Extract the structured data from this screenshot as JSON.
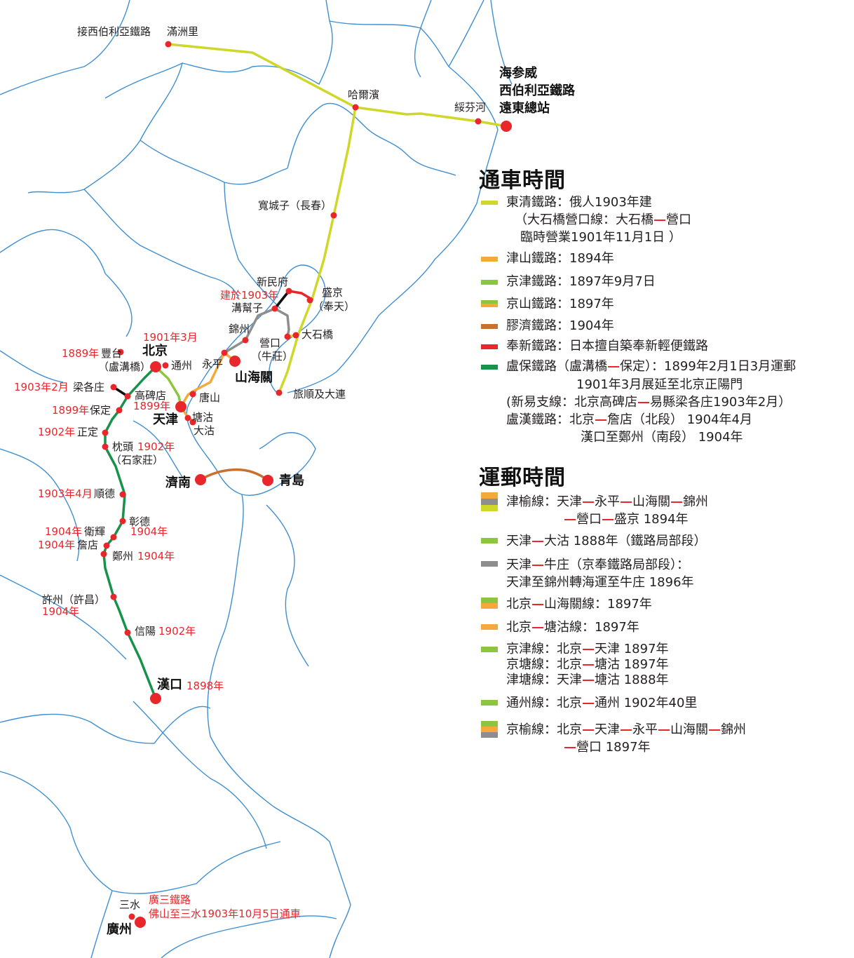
{
  "colors": {
    "coastline": "#3f8fd0",
    "station": "#e8262b",
    "east_china": "#cfd828",
    "tianjin_shanhai": "#f5a93b",
    "beijing_tianjin": "#8cc63e",
    "jiaoji": "#c8702c",
    "fengxin": "#e8262b",
    "lubao": "#17924a",
    "niuzhuang": "#8e8e8e",
    "connector": "#111111"
  },
  "places": {
    "manzhouli": "滿洲里",
    "siberia_link": "接西伯利亞鐵路",
    "harbin": "哈爾濱",
    "suifenhe": "綏芬河",
    "vladivostok": [
      "海参威",
      "西伯利亞鐵路",
      "遠東總站"
    ],
    "kuanchengzi": "寬城子（長春）",
    "xinmin": "新民府",
    "built_1903": "建於1903年",
    "goubangzi": "溝幫子",
    "shengjing": [
      "盛京",
      "（奉天）"
    ],
    "jinzhou": "錦州",
    "yingkou": [
      "營口",
      "（牛莊）"
    ],
    "dashiqiao": "大石橋",
    "lushun": "旅順及大連",
    "yongping": "永平",
    "shanhaiguan": "山海關",
    "fengtai_year": "1889年",
    "fengtai": "豐台",
    "lugouqiao": "（盧溝橋）",
    "beijing_year": "1901年3月",
    "beijing": "北京",
    "tongzhou": "通州",
    "lianggezhuang_year": "1903年2月",
    "lianggezhuang": "梁各庄",
    "gaobeidian": "高碑店",
    "baoding_year": "1899年",
    "baoding": "保定",
    "tianjin_year": "1899年",
    "tianjin": "天津",
    "tangshan": "唐山",
    "tanggu": "塘沽",
    "dagu": "大沽",
    "zhengding_year": "1902年",
    "zhengding": "正定",
    "zhentou": "枕頭",
    "zhentou_year": "1902年",
    "shijiazhuang": "（石家莊）",
    "jinan": "濟南",
    "qingdao": "青島",
    "shunde_year": "1903年4月",
    "shunde": "順德",
    "zhangde": "彰德",
    "zhangde_year": "1904年",
    "weihui_year": "1904年",
    "weihui": "衛輝",
    "zhandian_year": "1904年",
    "zhandian": "詹店",
    "zhengzhou": "鄭州",
    "zhengzhou_year": "1904年",
    "xuzhou": "許州（許昌）",
    "xuzhou_year": "1904年",
    "xinyang": "信陽",
    "xinyang_year": "1902年",
    "hankou": "漢口",
    "hankou_year": "1898年",
    "sanshui": "三水",
    "guangsan": "廣三鐵路",
    "guangsan_note": "佛山至三水1903年10月5日通車",
    "guangzhou": "廣州"
  },
  "legend1": {
    "title": "通車時間",
    "items": [
      {
        "line": "東清鐵路：俄人1903年建",
        "extra": [
          "（大石橋營口線：大石橋",
          "營口",
          "臨時營業1901年11月1日 ）"
        ]
      },
      {
        "line": "津山鐵路：1894年"
      },
      {
        "line": "京津鐵路：1897年9月7日"
      },
      {
        "line": "京山鐵路：1897年"
      },
      {
        "line": "膠濟鐵路：1904年"
      },
      {
        "line": "奉新鐵路：日本擅自築奉新輕便鐵路"
      },
      {
        "line": [
          "盧保鐵路（盧溝橋",
          "保定）：1899年2月1日3月運郵"
        ],
        "extra": [
          "1901年3月展延至北京正陽門",
          "(新易支線：北京高碑店",
          "易縣梁各庄1903年2月）",
          "盧漢鐵路：北京",
          "詹店（北段） 1904年4月",
          "漢口至鄭州（南段） 1904年"
        ]
      }
    ]
  },
  "legend2": {
    "title": "運郵時間",
    "jinyu": [
      "津榆線：天津",
      "永平",
      "山海關",
      "錦州",
      "營口",
      "盛京  1894年"
    ],
    "tianjin_dagu": [
      "天津",
      "大沽 1888年（鐵路局部段）"
    ],
    "tianjin_niuzhuang": [
      "天津",
      "牛庄（京奉鐵路局部段）：",
      "天津至錦州轉海運至牛庄 1896年"
    ],
    "beijing_shanhai": [
      "北京",
      "山海關線：1897年"
    ],
    "beijing_tanggu": [
      "北京",
      "塘沽線：1897年"
    ],
    "jingjin": [
      "京津線：北京",
      "天津 1897年",
      "京塘線：北京",
      "塘沽 1897年",
      "津塘線：天津",
      "塘沽 1888年"
    ],
    "tongzhou": [
      "通州線：北京",
      "通州 1902年40里"
    ],
    "jingyu": [
      "京榆線：北京",
      "天津",
      "永平",
      "山海關",
      "錦州",
      "營口  1897年"
    ]
  }
}
